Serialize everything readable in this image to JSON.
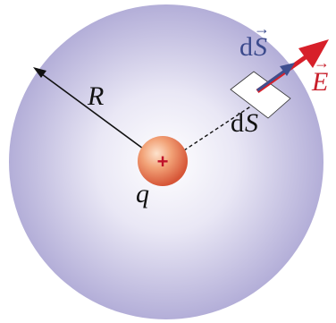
{
  "labels": {
    "radius": "R",
    "charge": "q",
    "charge_sign": "+",
    "area_element_d": "d",
    "area_element_s": "S",
    "vector_area_d": "d",
    "vector_area_s": "S",
    "vector_arrow": "→",
    "field": "E",
    "field_arrow": "→"
  },
  "colors": {
    "sphere_center": "#ffffff",
    "sphere_edge": "#b5b0d9",
    "charge_light": "#f9c9a3",
    "charge_dark": "#d9573a",
    "field_arrow": "#d7202a",
    "area_vector": "#3f4f8f",
    "label_text": "#111111",
    "label_blue": "#3b4a8c",
    "label_red": "#c81e2a"
  }
}
